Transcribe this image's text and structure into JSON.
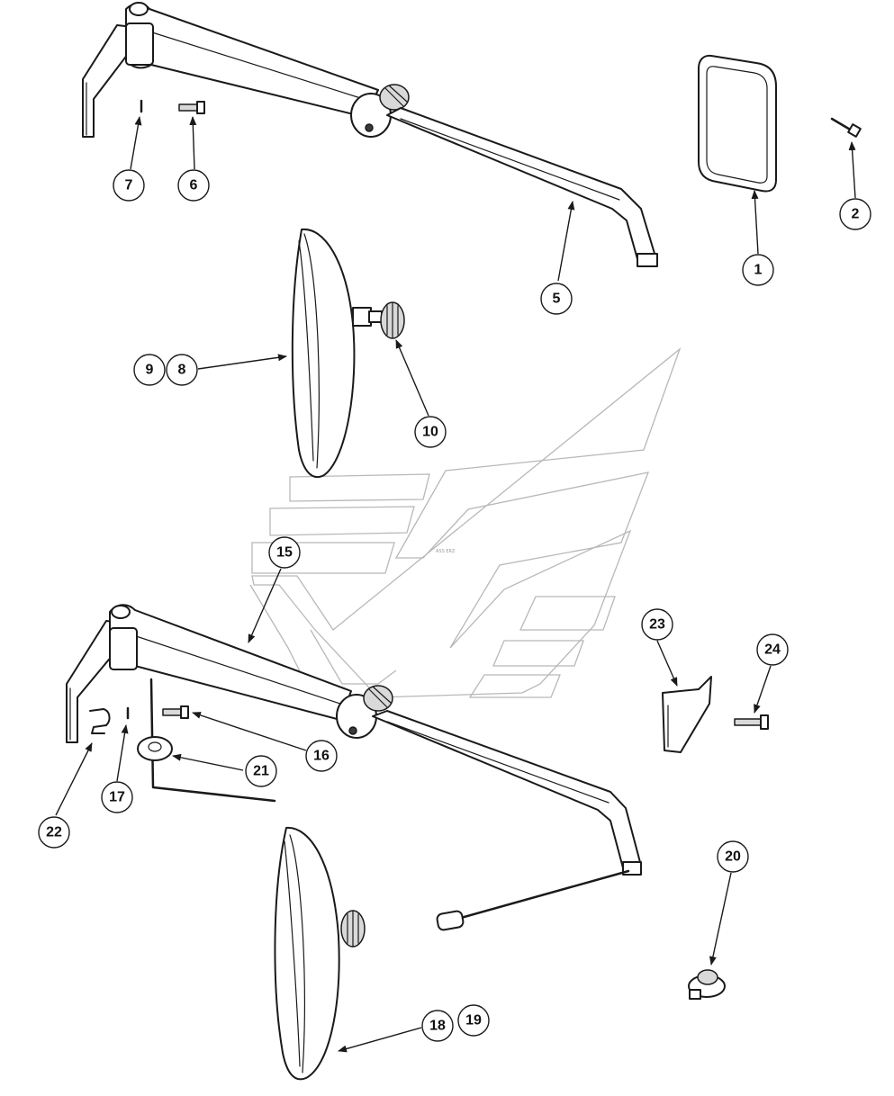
{
  "watermark_text": "ASS ERZ",
  "callouts": [
    "1",
    "2",
    "5",
    "6",
    "7",
    "8",
    "9",
    "10",
    "15",
    "16",
    "17",
    "18",
    "19",
    "20",
    "21",
    "22",
    "23",
    "24"
  ],
  "colors": {
    "line": "#1a1a1a",
    "watermark": "#b8b8b8",
    "background": "#ffffff"
  }
}
